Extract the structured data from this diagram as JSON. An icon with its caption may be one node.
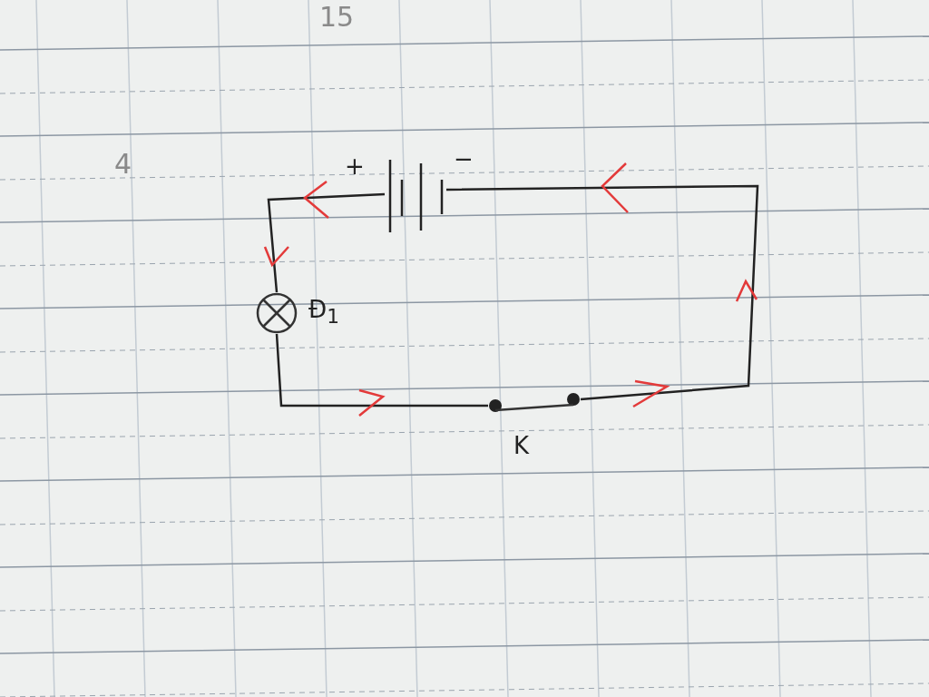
{
  "diagram": {
    "nodes": [
      {
        "text": [],
        "shape": "battery",
        "beside": [
          "+",
          "−"
        ]
      },
      {
        "text": [],
        "shape": "lamp",
        "beside": [
          "Đ$_{1}$"
        ]
      },
      {
        "text": [],
        "shape": "switch",
        "beside": [
          "K"
        ]
      }
    ],
    "edges": [
      {
        "from": 0,
        "to": 1,
        "arrow": "none"
      },
      {
        "from": 1,
        "to": 2,
        "arrow": "none"
      },
      {
        "from": 2,
        "to": 0,
        "arrow": "none"
      }
    ],
    "labels": [
      "15",
      "4"
    ]
  }
}
